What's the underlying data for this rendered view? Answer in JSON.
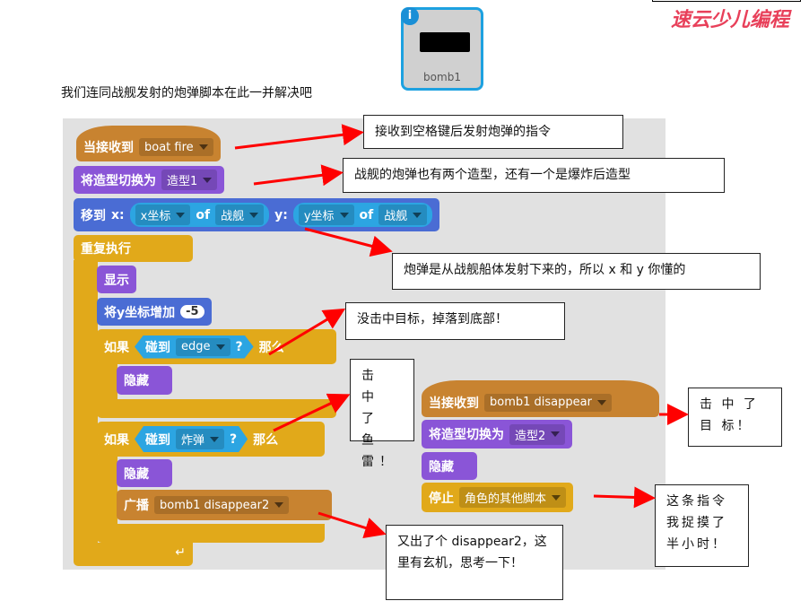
{
  "intro": "我们连同战舰发射的炮弹脚本在此一并解决吧",
  "sprite": {
    "name": "bomb1",
    "info_icon": "info-icon"
  },
  "logo": "速云少儿编程",
  "script1": {
    "hat": {
      "label": "当接收到",
      "value": "boat fire"
    },
    "costume": {
      "label": "将造型切换为",
      "value": "造型1"
    },
    "goto": {
      "label": "移到",
      "x": "x:",
      "xattr": "x坐标",
      "of1": "of",
      "xsprite": "战舰",
      "y": "y:",
      "yattr": "y坐标",
      "of2": "of",
      "ysprite": "战舰"
    },
    "forever": "重复执行",
    "show": "显示",
    "changey": {
      "label": "将y坐标增加",
      "value": "-5"
    },
    "if1": {
      "label": "如果",
      "touch": "碰到",
      "target": "edge",
      "q": "?",
      "then": "那么"
    },
    "hide1": "隐藏",
    "if2": {
      "label": "如果",
      "touch": "碰到",
      "target": "炸弹",
      "q": "?",
      "then": "那么"
    },
    "hide2": "隐藏",
    "broadcast": {
      "label": "广播",
      "value": "bomb1 disappear2"
    }
  },
  "script2": {
    "hat": {
      "label": "当接收到",
      "value": "bomb1 disappear"
    },
    "costume": {
      "label": "将造型切换为",
      "value": "造型2"
    },
    "hide": "隐藏",
    "stop": {
      "label": "停止",
      "value": "角色的其他脚本"
    }
  },
  "notes": [
    "接收到空格键后发射炮弹的指令",
    "战舰的炮弹也有两个造型，还有一个是爆炸后造型",
    "炮弹是从战舰船体发射下来的，所以 x 和 y 你懂的",
    "没击中目标，掉落到底部！",
    "击 中 了 鱼 雷！",
    "击 中 了 目 标！",
    "这条指令我捉摸了半小时！",
    "又出了个 disappear2，这里有玄机，思考一下！"
  ],
  "colors": {
    "event": "#c88330",
    "looks": "#8a55d7",
    "motion": "#4a6cd4",
    "control": "#e1a91a",
    "sensing": "#2ca5e2",
    "arrow": "#ff0000"
  }
}
